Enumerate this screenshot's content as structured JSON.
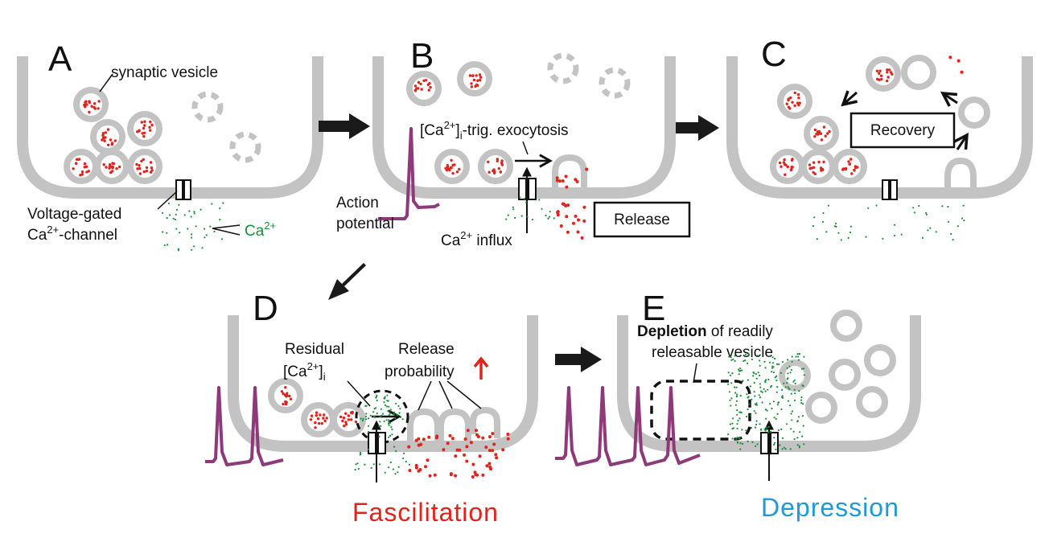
{
  "panels": {
    "a": {
      "letter": "A",
      "synaptic_vesicle": "synaptic vesicle",
      "channel_line1": "Voltage-gated",
      "channel_line2_ca": "Ca",
      "channel_line2_sup": "2+",
      "channel_line2_rest": "-channel",
      "ca_label": "Ca",
      "ca_sup": "2+"
    },
    "b": {
      "letter": "B",
      "exo_open": "[Ca",
      "exo_sup": "2+",
      "exo_close": "]",
      "exo_sub": "i",
      "exo_rest": "-trig. exocytosis",
      "ap_line1": "Action",
      "ap_line2": "potential",
      "influx_ca": "Ca",
      "influx_sup": "2+",
      "influx_rest": " influx",
      "release_box": "Release"
    },
    "c": {
      "letter": "C",
      "recovery_box": "Recovery"
    },
    "d": {
      "letter": "D",
      "residual_line1": "Residual",
      "residual_open": "[Ca",
      "residual_sup": "2+",
      "residual_close": "]",
      "residual_sub": "i",
      "release_line1": "Release",
      "release_line2": "probability",
      "caption": "Fascilitation"
    },
    "e": {
      "letter": "E",
      "depletion_bold": "Depletion",
      "depletion_rest": " of readily",
      "depletion_line2": "releasable vesicle",
      "caption": "Depression"
    }
  },
  "colors": {
    "membrane": "#c3c3c3",
    "vesicle_content": "#e2231a",
    "calcium": "#1a8f3a",
    "action_potential": "#8e3a7a",
    "fascilitation": "#e2231a",
    "depression": "#1f9ad6"
  }
}
